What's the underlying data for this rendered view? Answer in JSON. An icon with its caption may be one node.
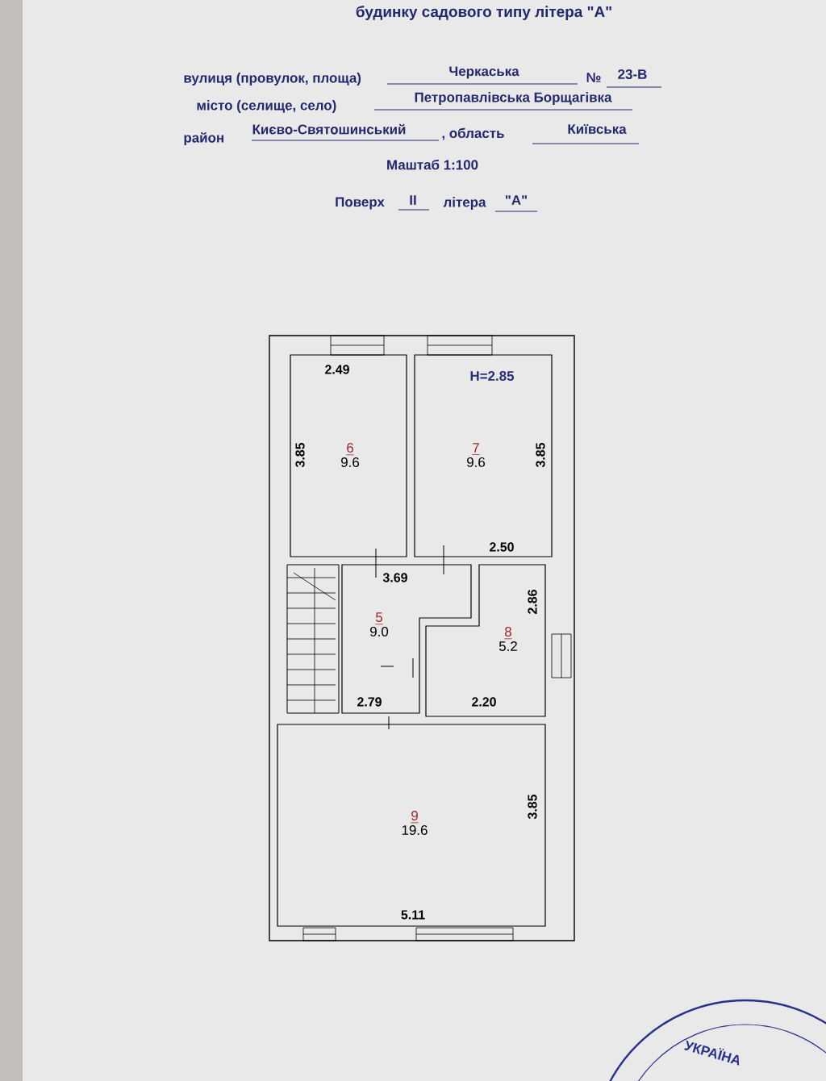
{
  "diagram": {
    "title": "будинку садового типу літера \"А\"",
    "nodes": [
      {
        "text": [
          "6",
          "9.6"
        ]
      },
      {
        "text": [
          "7",
          "9.6"
        ]
      },
      {
        "text": [
          "5",
          "9.0"
        ]
      },
      {
        "text": [
          "8",
          "5.2"
        ]
      },
      {
        "text": [
          "9",
          "19.6"
        ]
      }
    ],
    "labels": [
      "вулиця (провулок, площа)",
      "Черкаська",
      "№",
      "23-В",
      "місто (селище, село)",
      "Петропавлівська Борщагівка",
      "район",
      "Києво-Святошинський",
      ", область",
      "Київська",
      "Маштаб 1:100",
      "Поверх",
      "II",
      "літера",
      "\"А\"",
      "H=2.85",
      "2.49",
      "3.85",
      "3.85",
      "2.50",
      "3.69",
      "2.86",
      "2.79",
      "2.20",
      "3.85",
      "5.11",
      "УКРАЇНА"
    ]
  }
}
